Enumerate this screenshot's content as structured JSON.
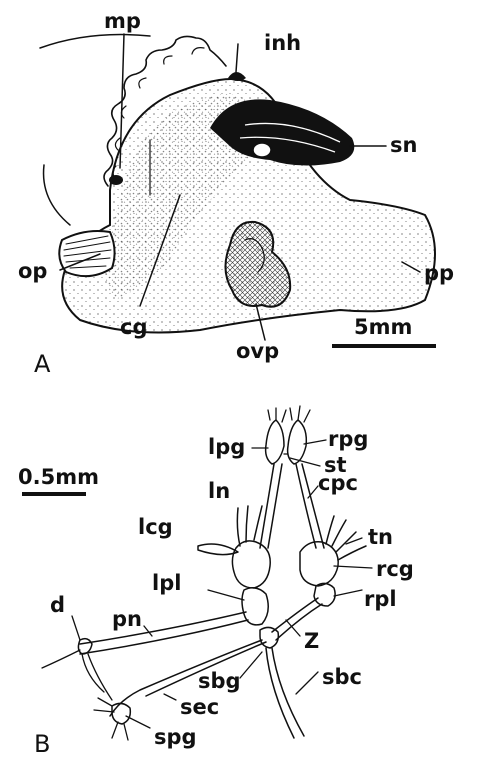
{
  "panel_a": {
    "panel_label": "A",
    "labels": {
      "mp": "mp",
      "inh": "inh",
      "sn": "sn",
      "op": "op",
      "pp": "pp",
      "cg": "cg",
      "ovp": "ovp"
    },
    "scale_text": "5mm"
  },
  "panel_b": {
    "panel_label": "B",
    "labels": {
      "lpg": "lpg",
      "rpg": "rpg",
      "st": "st",
      "cpc": "cpc",
      "ln": "ln",
      "lcg": "lcg",
      "tn": "tn",
      "rcg": "rcg",
      "lpl": "lpl",
      "rpl": "rpl",
      "d": "d",
      "pn": "pn",
      "z": "Z",
      "sbg": "sbg",
      "sbc": "sbc",
      "sec": "sec",
      "spg": "spg"
    },
    "scale_text": "0.5mm"
  }
}
